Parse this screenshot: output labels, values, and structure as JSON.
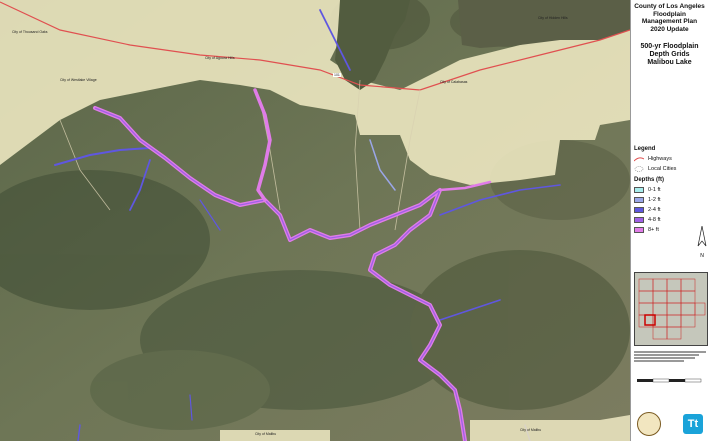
{
  "header": {
    "agency_lines": [
      "County of Los Angeles",
      "Floodplain",
      "Management Plan",
      "2020 Update"
    ],
    "map_title_lines": [
      "500-yr Floodplain",
      "Depth Grids",
      "Malibou Lake"
    ]
  },
  "legend": {
    "title": "Legend",
    "highways_label": "Highways",
    "local_cities_label": "Local Cities",
    "depths_title": "Depths (ft)",
    "depth_classes": [
      {
        "label": "0-1 ft",
        "color": "#a8ecec"
      },
      {
        "label": "1-2 ft",
        "color": "#9aa6e8"
      },
      {
        "label": "2-4 ft",
        "color": "#5f57e0"
      },
      {
        "label": "4-8 ft",
        "color": "#a060e6"
      },
      {
        "label": "8+ ft",
        "color": "#e07ce8"
      }
    ]
  },
  "north_arrow": {
    "label": "N"
  },
  "map_labels": {
    "city_thousand_oaks": "City of Thousand Oaks",
    "city_westlake_village": "City of Westlake Village",
    "city_agoura_hills": "City of Agoura Hills",
    "city_calabasas": "City of Calabasas",
    "city_hidden_hills": "City of Hidden Hills",
    "city_malibu_bottom": "City of Malibu",
    "city_malibu_right": "City of Malibu",
    "road_label": "101"
  },
  "colors": {
    "highway": "#e05050",
    "city_overlay": "#f0ecc8",
    "terrain_dark": "#4c5a3e",
    "terrain_mid": "#6b7452",
    "accent_red": "#cc0000"
  }
}
